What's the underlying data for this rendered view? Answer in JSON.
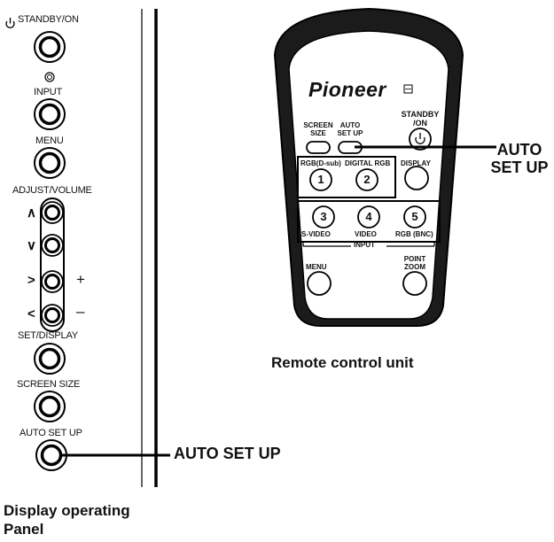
{
  "panel": {
    "standby_label": "STANDBY/ON",
    "input_label": "INPUT",
    "menu_label": "MENU",
    "adjust_label": "ADJUST/VOLUME",
    "up_glyph": "∧",
    "down_glyph": "∨",
    "right_glyph": ">",
    "left_glyph": "<",
    "plus": "+",
    "minus": "–",
    "set_display_label": "SET/DISPLAY",
    "screen_size_label": "SCREEN SIZE",
    "auto_setup_label": "AUTO SET UP",
    "callout": "AUTO SET UP",
    "caption_line1": "Display operating",
    "caption_line2": "Panel"
  },
  "remote": {
    "brand": "Pioneer",
    "screen_size_l1": "SCREEN",
    "screen_size_l2": "SIZE",
    "auto_setup_l1": "AUTO",
    "auto_setup_l2": "SET UP",
    "standby_l1": "STANDBY",
    "standby_l2": "/ON",
    "rgb_dsub": "RGB(D-sub)",
    "digital_rgb": "DIGITAL RGB",
    "display": "DISPLAY",
    "btn1": "1",
    "btn2": "2",
    "btn3": "3",
    "btn4": "4",
    "btn5": "5",
    "svideo": "S-VIDEO",
    "video": "VIDEO",
    "rgb_bnc": "RGB (BNC)",
    "input": "INPUT",
    "menu": "MENU",
    "point_zoom_l1": "POINT",
    "point_zoom_l2": "ZOOM",
    "callout_l1": "AUTO",
    "callout_l2": "SET UP",
    "caption": "Remote control unit"
  }
}
